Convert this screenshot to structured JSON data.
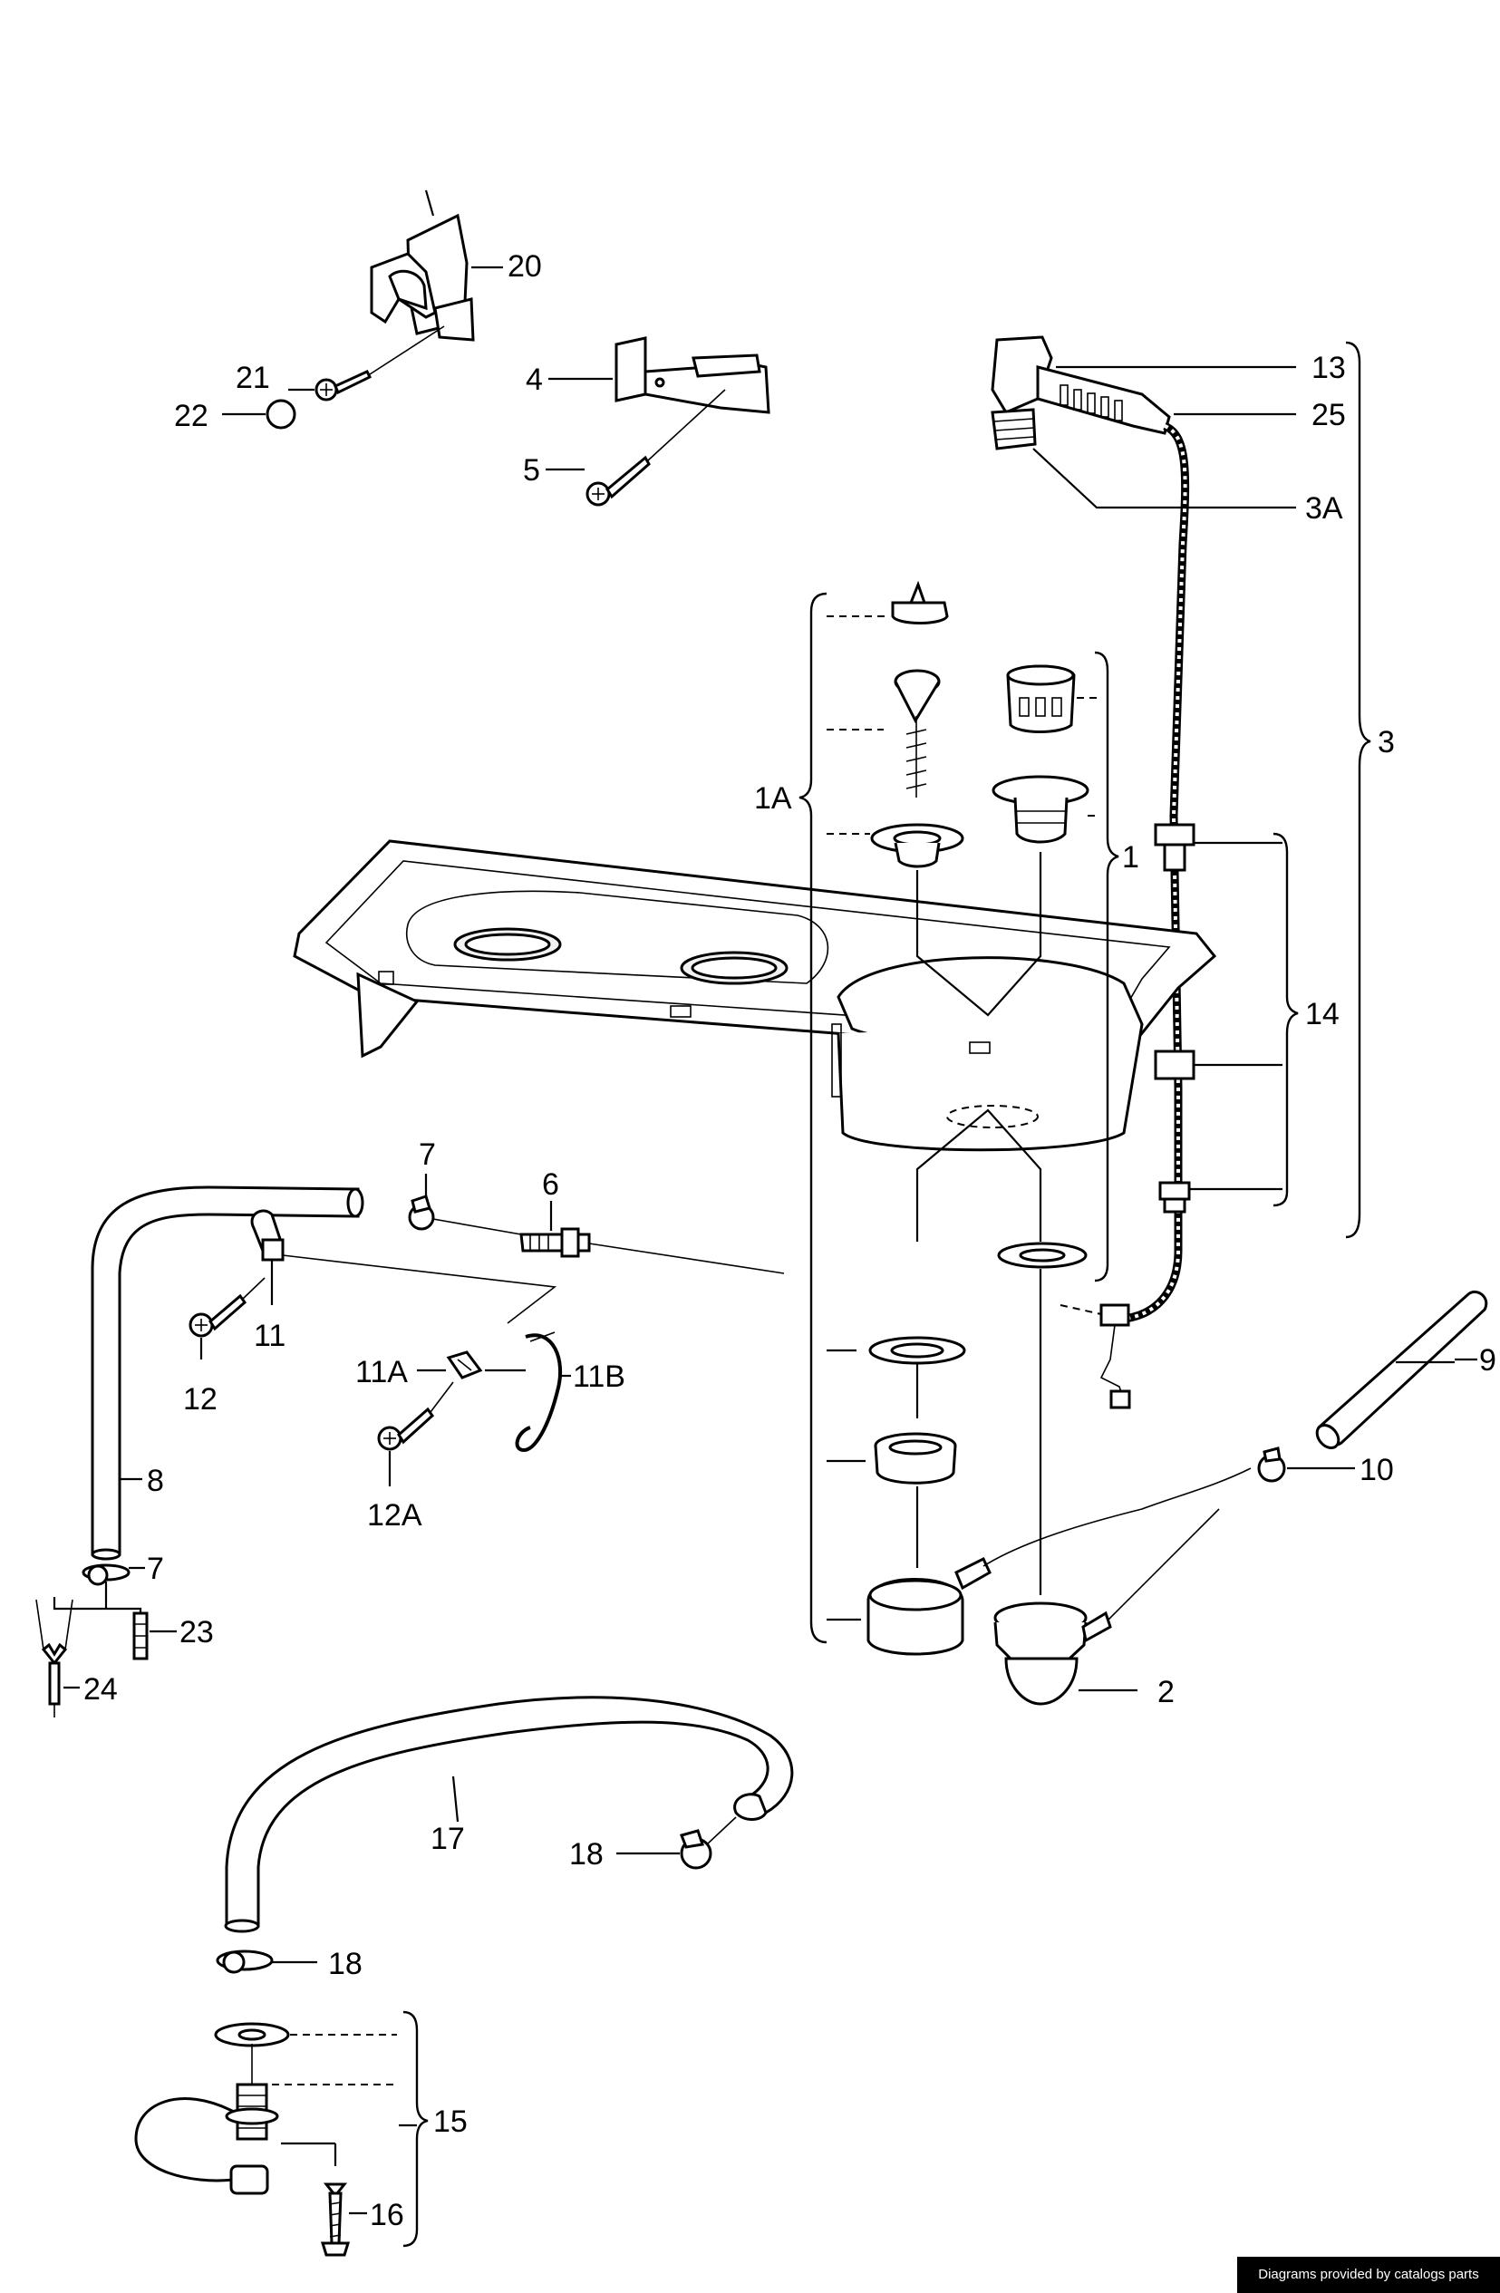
{
  "callouts": {
    "c20": "20",
    "c21": "21",
    "c22": "22",
    "c4": "4",
    "c5": "5",
    "c13": "13",
    "c25": "25",
    "c3A": "3A",
    "c3": "3",
    "c1A": "1A",
    "c1": "1",
    "c14": "14",
    "c7a": "7",
    "c6": "6",
    "c11": "11",
    "c12": "12",
    "c11A": "11A",
    "c11B": "11B",
    "c12A": "12A",
    "c8": "8",
    "c9": "9",
    "c10": "10",
    "c7b": "7",
    "c23": "23",
    "c24": "24",
    "c2": "2",
    "c17": "17",
    "c18a": "18",
    "c18b": "18",
    "c15": "15",
    "c16": "16"
  },
  "credit": "Diagrams provided by catalogs parts"
}
